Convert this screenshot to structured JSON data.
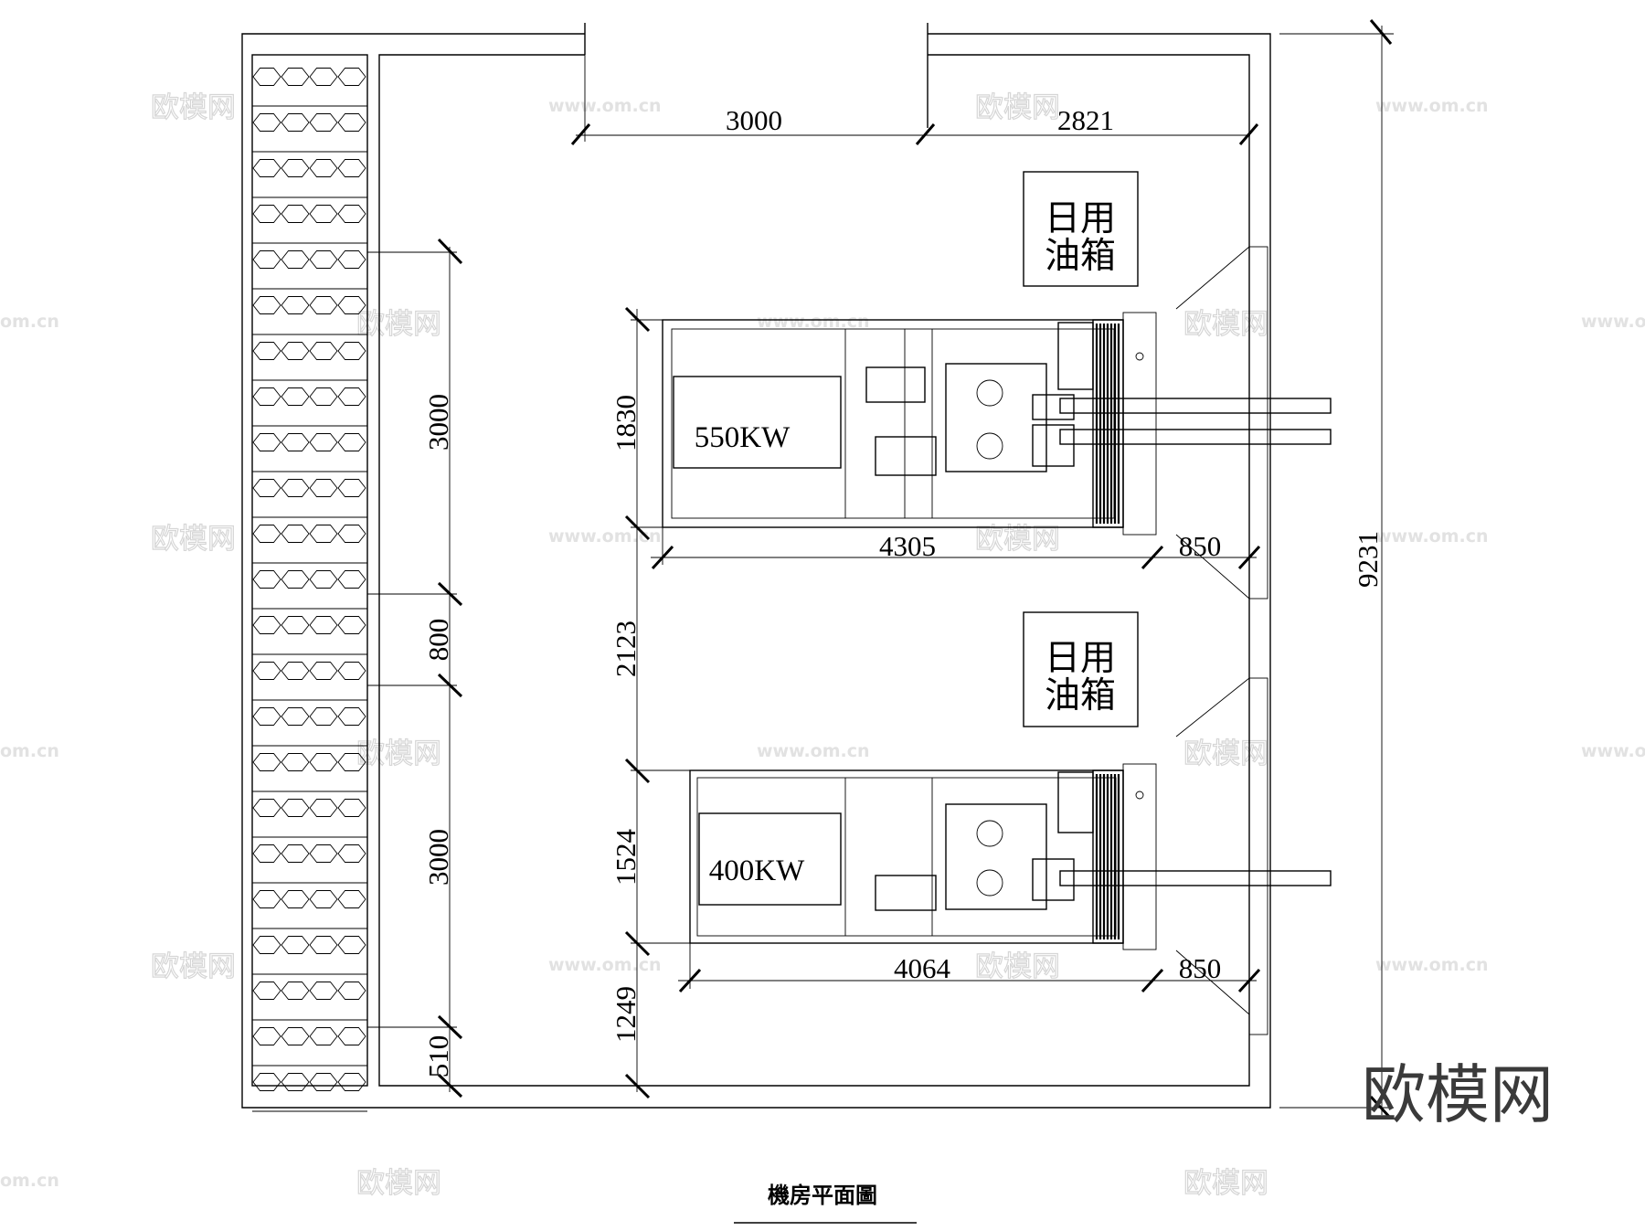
{
  "plan": {
    "caption": "機房平面圖",
    "logo": "欧模网",
    "watermark_logo": "欧模网",
    "watermark_url": "www.om.cn",
    "watermark_url_short": "om.cn"
  },
  "generators": [
    {
      "rating": "550KW",
      "tank_line1": "日用",
      "tank_line2": "油箱"
    },
    {
      "rating": "400KW",
      "tank_line1": "日用",
      "tank_line2": "油箱"
    }
  ],
  "dimensions": {
    "top_left": "3000",
    "top_right": "2821",
    "overall_height": "9231",
    "left_column": [
      "3000",
      "800",
      "3000",
      "510"
    ],
    "middle_column": [
      "1830",
      "2123",
      "1524",
      "1249"
    ],
    "gen1_length": "4305",
    "gen1_clearance": "850",
    "gen2_length": "4064",
    "gen2_clearance": "850"
  },
  "colors": {
    "line": "#000000",
    "watermark": "#d6d6d6",
    "logo": "#3a3a3a"
  }
}
